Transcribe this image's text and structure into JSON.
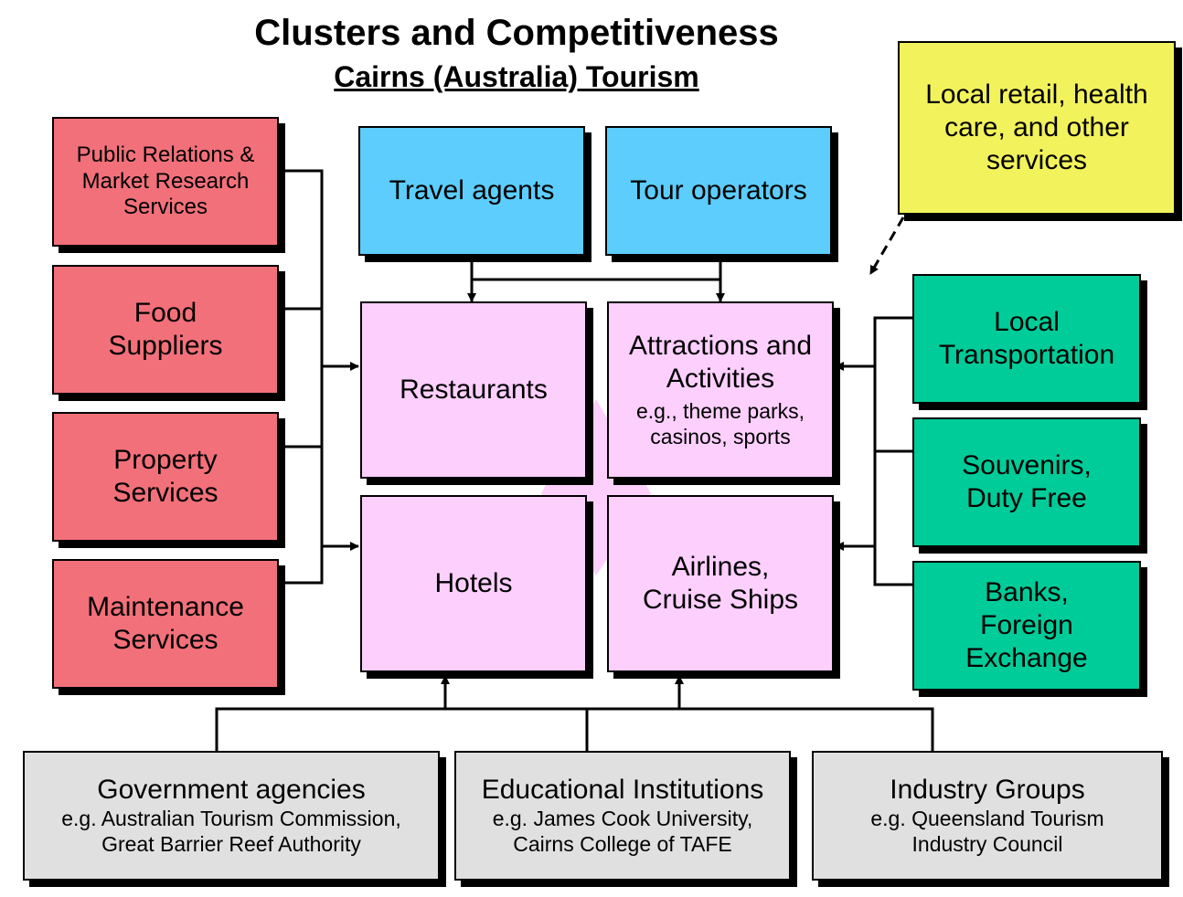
{
  "title": "Clusters and Competitiveness",
  "subtitle": "Cairns (Australia) Tourism",
  "left_boxes": [
    {
      "label": "Public Relations & Market Research Services"
    },
    {
      "label": "Food Suppliers"
    },
    {
      "label": "Property Services"
    },
    {
      "label": "Maintenance Services"
    }
  ],
  "top_boxes": [
    {
      "label": "Travel agents"
    },
    {
      "label": "Tour operators"
    }
  ],
  "core_boxes": {
    "restaurants": "Restaurants",
    "attractions": "Attractions and Activities",
    "attractions_example": "e.g., theme parks, casinos, sports",
    "hotels": "Hotels",
    "airlines": "Airlines, Cruise Ships"
  },
  "right_boxes": [
    {
      "label": "Local Transportation"
    },
    {
      "label": "Souvenirs, Duty Free"
    },
    {
      "label": "Banks, Foreign Exchange"
    }
  ],
  "callout": "Local retail, health care, and other services",
  "bottom_boxes": [
    {
      "label": "Government agencies",
      "example": "e.g. Australian Tourism Commission, Great Barrier Reef Authority"
    },
    {
      "label": "Educational Institutions",
      "example": "e.g. James Cook University, Cairns College of TAFE"
    },
    {
      "label": "Industry Groups",
      "example": "e.g. Queensland Tourism Industry Council"
    }
  ],
  "colors": {
    "supplier_red": "#f2707a",
    "travel_blue": "#5ccdfc",
    "core_pink": "#fdcffd",
    "service_green": "#00cc99",
    "institution_gray": "#e0e0e0",
    "callout_yellow": "#f2f25c"
  }
}
